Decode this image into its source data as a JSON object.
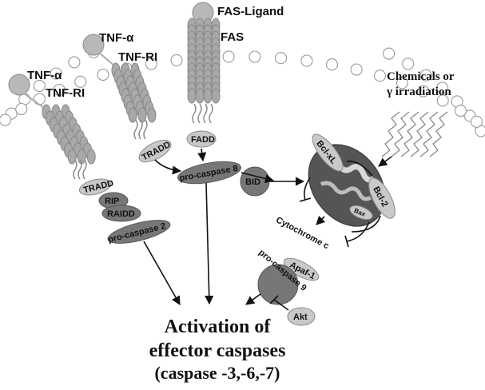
{
  "receptors": {
    "tnf_a_1": "TNF-α",
    "tnf_ri_1": "TNF-RI",
    "tnf_a_2": "TNF-α",
    "tnf_ri_2": "TNF-RI",
    "fas_ligand": "FAS-Ligand",
    "fas": "FAS"
  },
  "stimulus": {
    "line1": "Chemicals or",
    "line2": "γ irradiation"
  },
  "adaptors": {
    "tradd_left": "TRADD",
    "rip": "RIP",
    "raidd": "RAIDD",
    "pro_caspase_2": "pro-caspase 2",
    "tradd_mid": "TRADD",
    "fadd": "FADD",
    "pro_caspase_8": "pro-caspase 8",
    "bid": "BID"
  },
  "mitochondria": {
    "bcl_xl": "Bcl-xL",
    "bcl_2": "Bcl-2",
    "bax": "Bax",
    "cytochrome_c": "Cytochrome c",
    "apaf_1": "Apaf-1",
    "pro_caspase_9": "pro-caspase 9",
    "akt": "Akt"
  },
  "outcome": {
    "line1": "Activation of",
    "line2": "effector caspases",
    "line3": "(caspase -3,-6,-7)"
  }
}
